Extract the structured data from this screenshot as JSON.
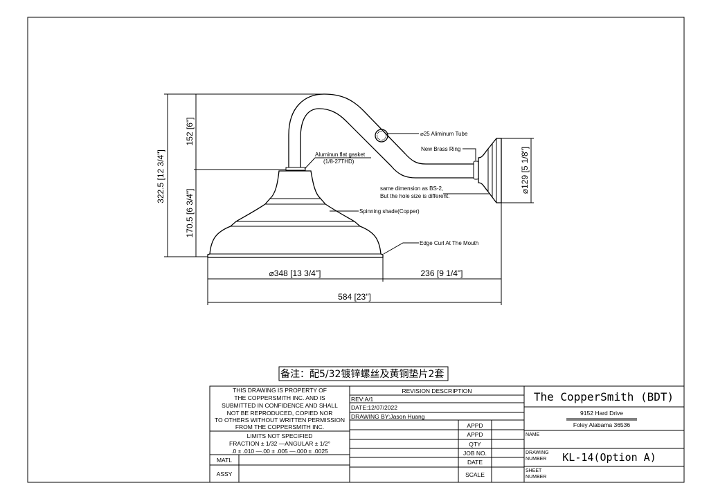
{
  "drawing": {
    "callouts": {
      "tube": "⌀25 Aliminum Tube",
      "brass_ring": "New Brass Ring",
      "gasket": "Aluminun flat gasket",
      "gasket_thread": "(1/8-27THD)",
      "same_dim_1": "same dimension as BS-2,",
      "same_dim_2": "But the hole size is different.",
      "shade": "Spinning shade(Copper)",
      "edge_curl": "Edge Curl At The Mouth"
    },
    "dimensions": {
      "overall_height": "322.5 [12 3/4\"]",
      "arm_height": "152 [6\"]",
      "shade_height": "170.5 [6 3/4\"]",
      "shade_diameter": "⌀348 [13 3/4\"]",
      "projection": "236 [9 1/4\"]",
      "overall_length": "584 [23\"]",
      "backplate_diameter": "⌀129 [5 1/8\"]"
    },
    "note": "备注：配5/32镀锌螺丝及黄铜垫片2套"
  },
  "title_block": {
    "property_lines": [
      "THIS DRAWING IS PROPERTY OF",
      "THE COPPERSMITH INC. AND IS",
      "SUBMITTED IN CONFIDENCE AND SHALL",
      "NOT BE REPRODUCED, COPIED NOR",
      "TO OTHERS WITHOUT WRITTEN PERMISSION",
      "FROM THE COPPERSMITH INC."
    ],
    "limits_lines": [
      "LIMITS NOT SPECIFIED",
      "FRACTION ± 1/32 —ANGULAR ± 1/2°",
      ".0 ± .010 —.00 ± .005 —.000 ± .0025"
    ],
    "matl_label": "MATL",
    "assy_label": "ASSY",
    "revision_header": "REVISION DESCRIPTION",
    "rev": "REV:A/1",
    "date": "DATE:12/07/2022",
    "drawn_by": "DRAWING BY:Jason Huang",
    "labels": [
      "APPD",
      "APPD",
      "QTY",
      "JOB NO.",
      "DATE",
      "SCALE"
    ],
    "company": "The CopperSmith (BDT)",
    "address_1": "9152 Hard Drive",
    "address_2": "Foley Alabama 36536",
    "name_label": "NAME",
    "drawing_number_label_1": "DRAWING",
    "drawing_number_label_2": "NUMBER",
    "drawing_number": "KL-14(Option A)",
    "sheet_label_1": "SHEET",
    "sheet_label_2": "NUMBER"
  }
}
